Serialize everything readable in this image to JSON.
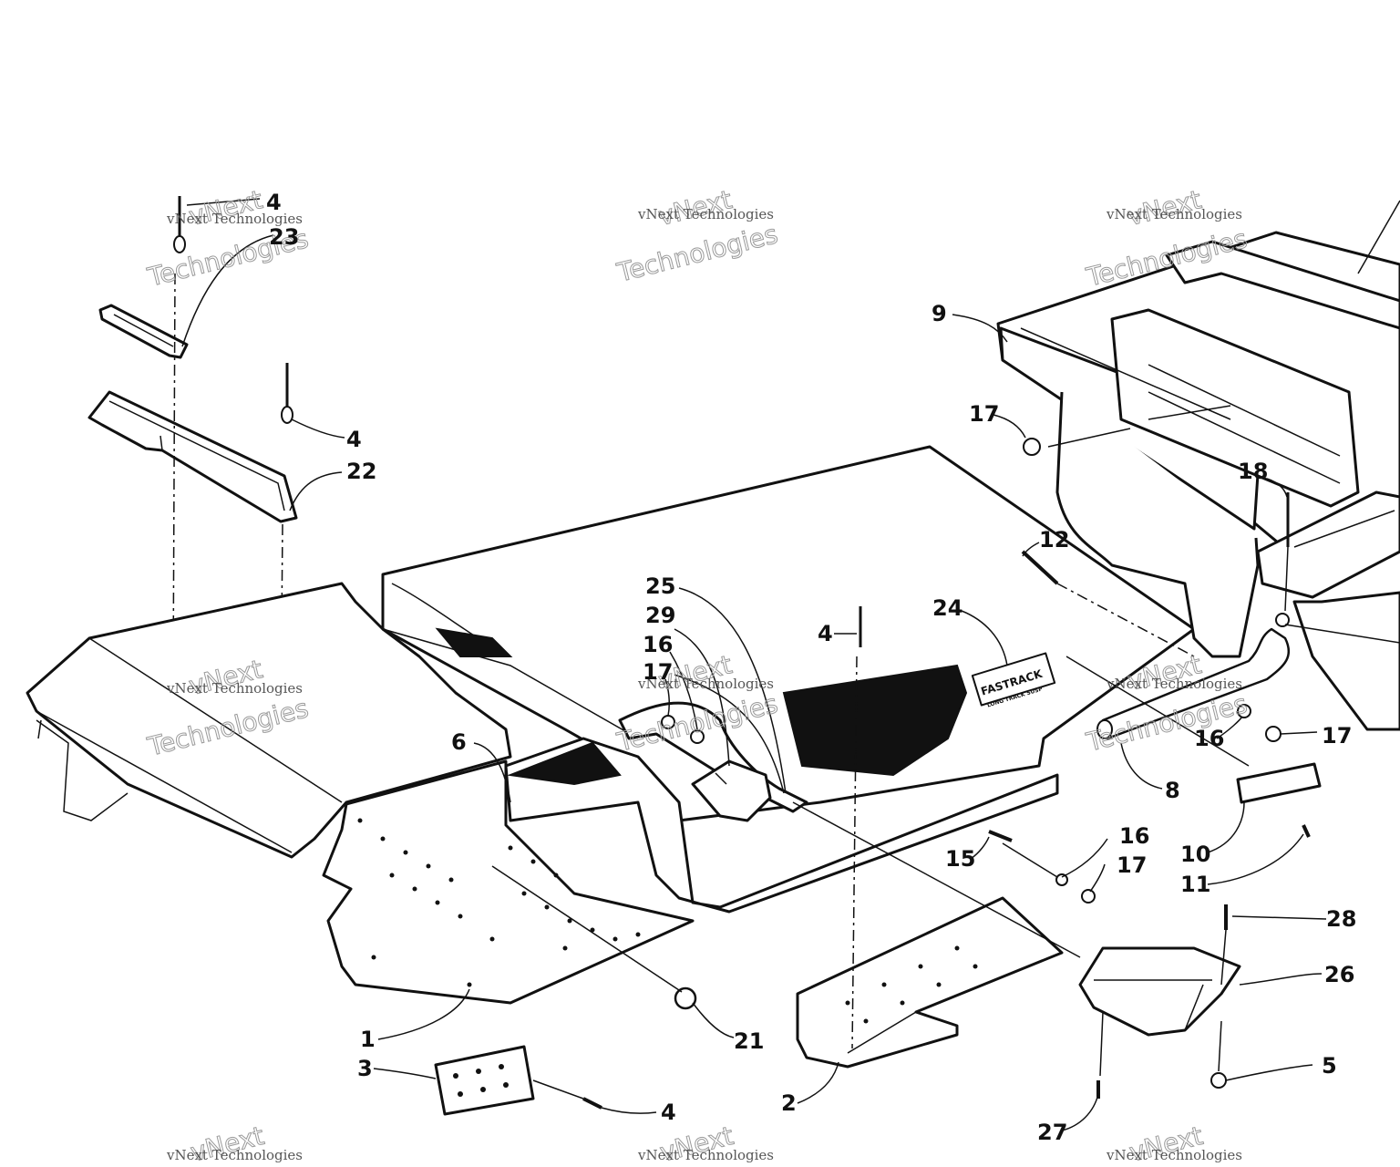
{
  "watermark": {
    "company_line1": "vNext",
    "company_line2": "Technologies",
    "company_small": "vNext Technologies",
    "color": "#9a9a9a"
  },
  "decal": {
    "line1": "FASTRACK",
    "line2": "LONG TRACK SUSP"
  },
  "callouts": [
    {
      "id": "c4a",
      "label": "4"
    },
    {
      "id": "c23",
      "label": "23"
    },
    {
      "id": "c4b",
      "label": "4"
    },
    {
      "id": "c22",
      "label": "22"
    },
    {
      "id": "c9",
      "label": "9"
    },
    {
      "id": "c17a",
      "label": "17"
    },
    {
      "id": "c18",
      "label": "18"
    },
    {
      "id": "c12",
      "label": "12"
    },
    {
      "id": "c25",
      "label": "25"
    },
    {
      "id": "c29",
      "label": "29"
    },
    {
      "id": "c16a",
      "label": "16"
    },
    {
      "id": "c17b",
      "label": "17"
    },
    {
      "id": "c4c",
      "label": "4"
    },
    {
      "id": "c24",
      "label": "24"
    },
    {
      "id": "c6",
      "label": "6"
    },
    {
      "id": "c16b",
      "label": "16"
    },
    {
      "id": "c17c",
      "label": "17"
    },
    {
      "id": "c8",
      "label": "8"
    },
    {
      "id": "c10",
      "label": "10"
    },
    {
      "id": "c11",
      "label": "11"
    },
    {
      "id": "c15",
      "label": "15"
    },
    {
      "id": "c16c",
      "label": "16"
    },
    {
      "id": "c17d",
      "label": "17"
    },
    {
      "id": "c28",
      "label": "28"
    },
    {
      "id": "c26",
      "label": "26"
    },
    {
      "id": "c1",
      "label": "1"
    },
    {
      "id": "c21",
      "label": "21"
    },
    {
      "id": "c3",
      "label": "3"
    },
    {
      "id": "c4d",
      "label": "4"
    },
    {
      "id": "c2",
      "label": "2"
    },
    {
      "id": "c5",
      "label": "5"
    },
    {
      "id": "c27",
      "label": "27"
    }
  ]
}
